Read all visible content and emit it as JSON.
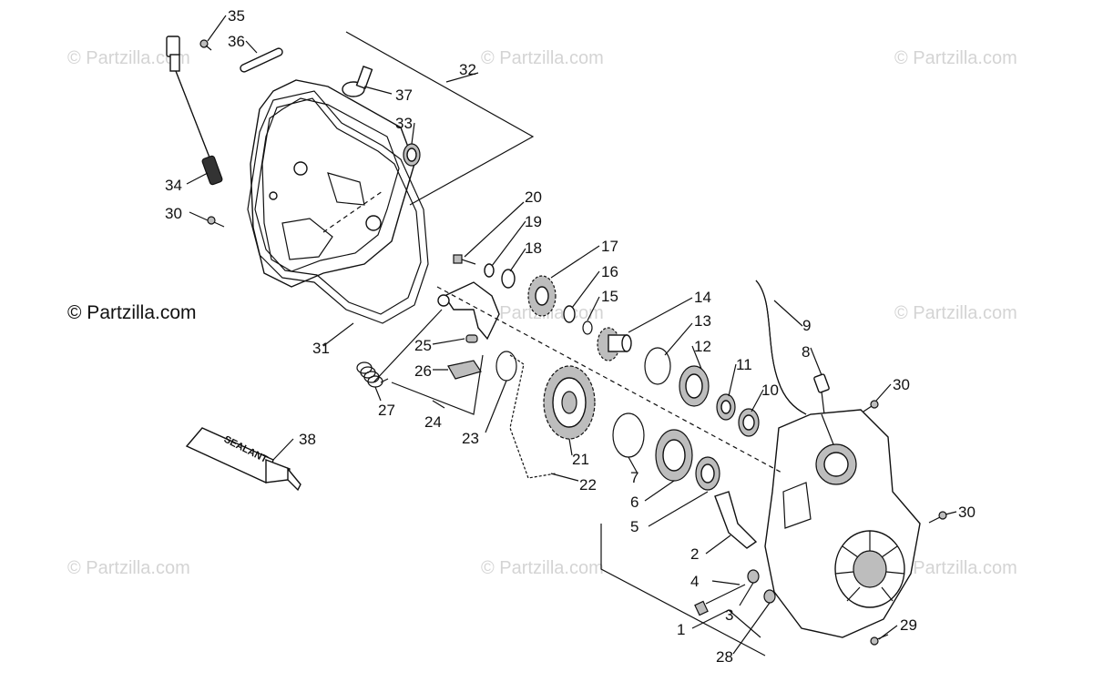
{
  "copyright": "© Partzilla.com",
  "watermark": "© Partzilla.com",
  "tube_label": "SEALANT",
  "callouts": {
    "c1": "1",
    "c2": "2",
    "c3": "3",
    "c4": "4",
    "c5": "5",
    "c6": "6",
    "c7": "7",
    "c8": "8",
    "c9": "9",
    "c10": "10",
    "c11": "11",
    "c12": "12",
    "c13": "13",
    "c14": "14",
    "c15": "15",
    "c16": "16",
    "c17": "17",
    "c18": "18",
    "c19": "19",
    "c20": "20",
    "c21": "21",
    "c22": "22",
    "c23": "23",
    "c24": "24",
    "c25": "25",
    "c26": "26",
    "c27": "27",
    "c28": "28",
    "c29": "29",
    "c30": "30",
    "c31": "31",
    "c32": "32",
    "c33": "33",
    "c34": "34",
    "c35": "35",
    "c36": "36",
    "c37": "37",
    "c38": "38"
  }
}
